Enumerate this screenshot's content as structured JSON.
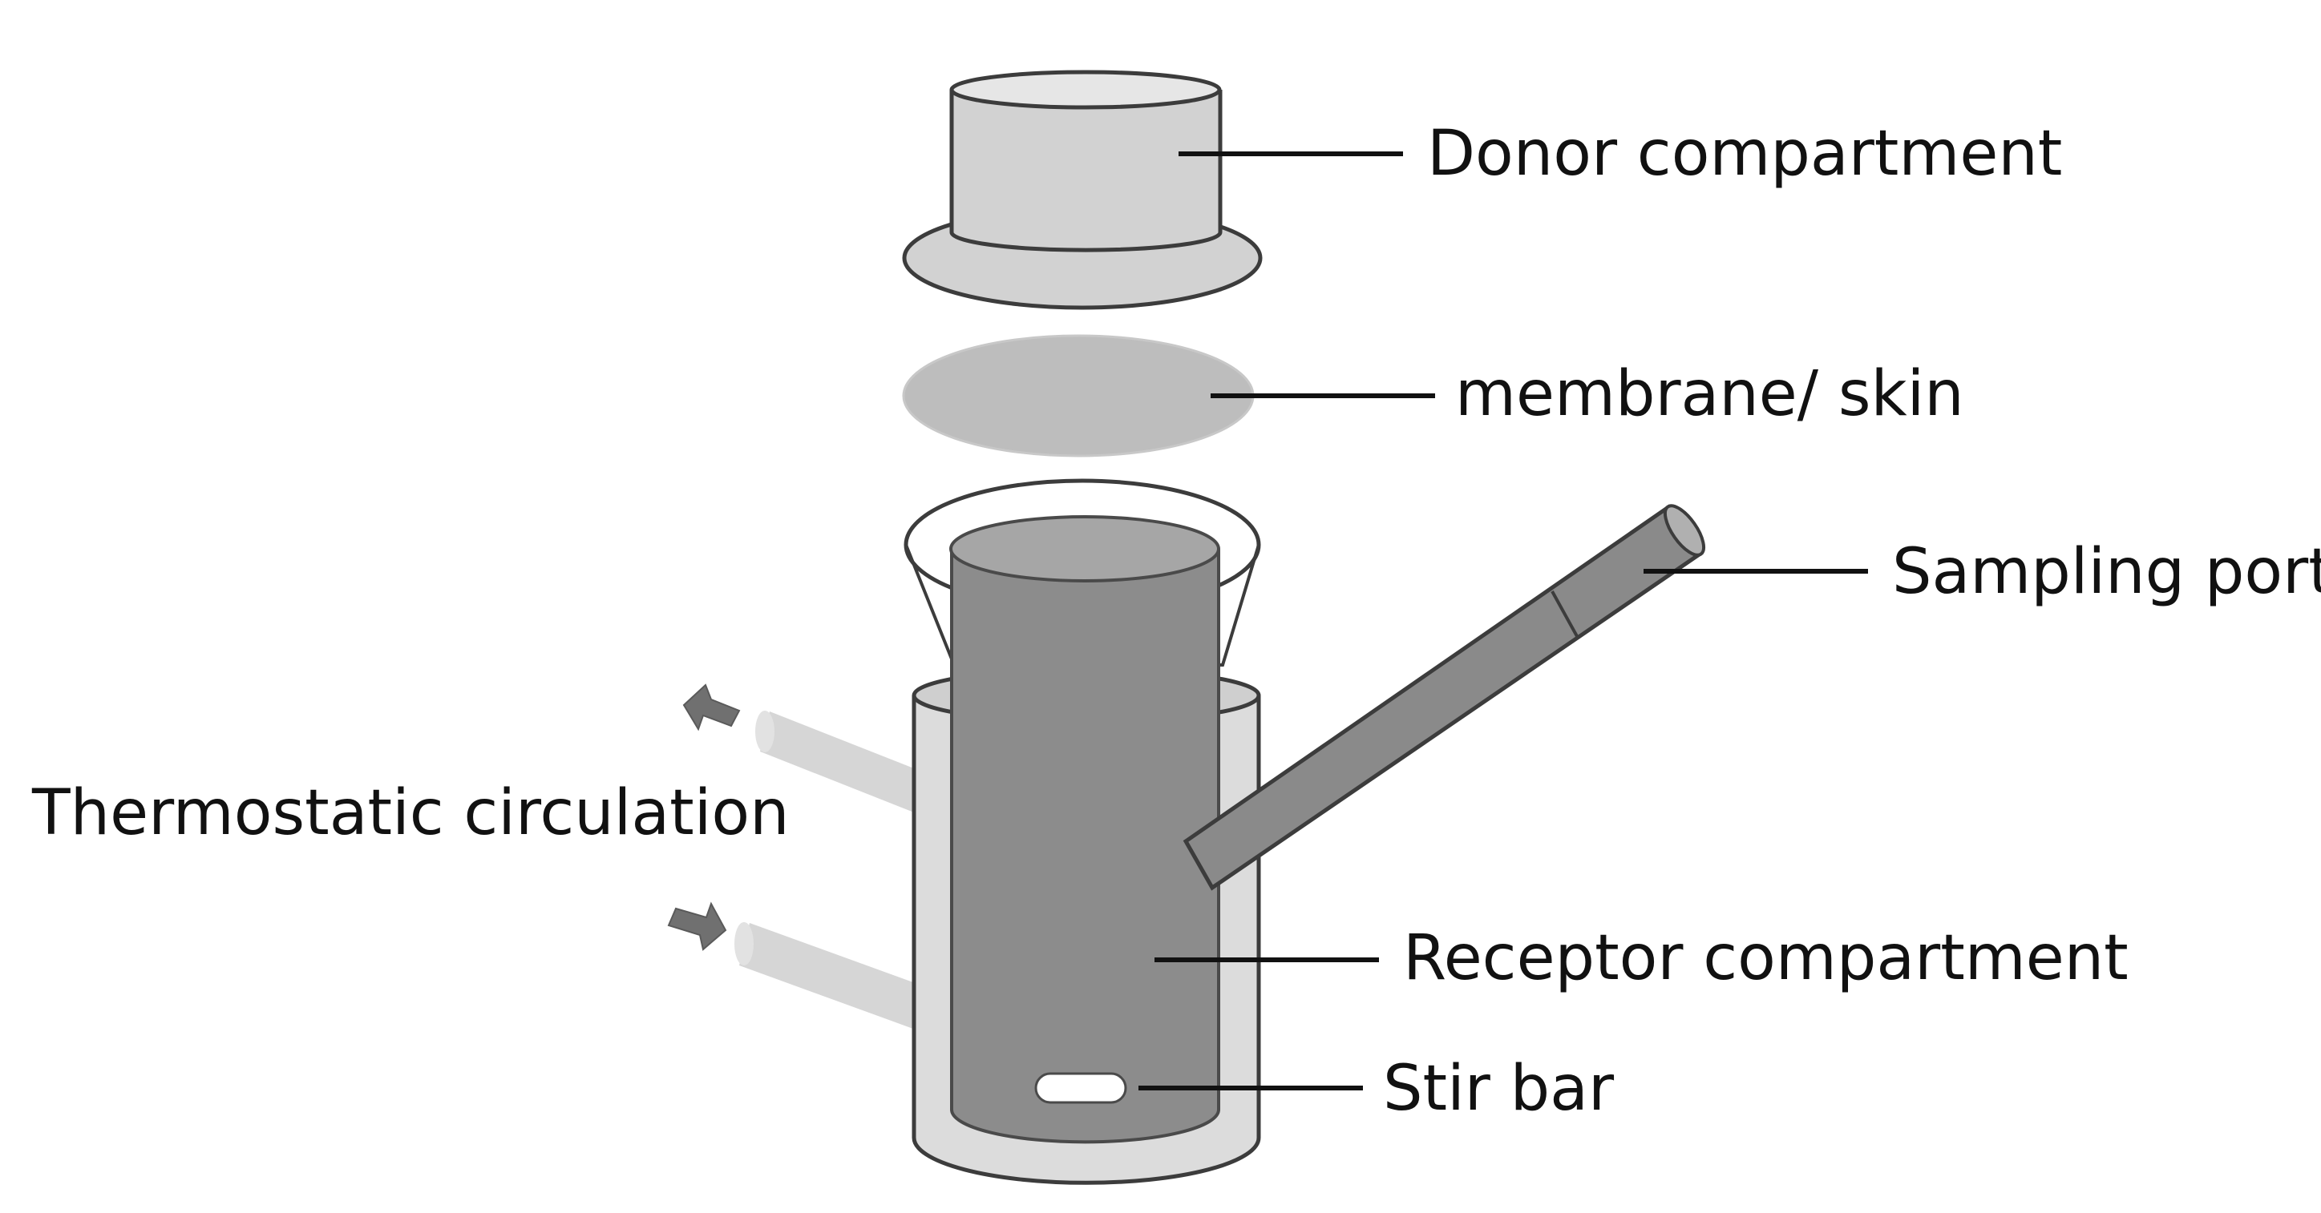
{
  "labels": {
    "donor": "Donor compartment",
    "membrane": "membrane/ skin",
    "sampling": "Sampling port",
    "thermo": "Thermostatic circulation",
    "receptor": "Receptor compartment",
    "stir": "Stir bar"
  },
  "colors": {
    "outline": "#3c3c3c",
    "donor_fill": "#d2d2d2",
    "membrane_fill": "#bdbdbd",
    "jacket_fill": "#dcdcdc",
    "receptor_fill": "#8c8c8c",
    "port_fill": "#8a8a8a",
    "tube_fill": "#d6d6d6",
    "arrow_fill": "#707070",
    "leader": "#111111"
  }
}
